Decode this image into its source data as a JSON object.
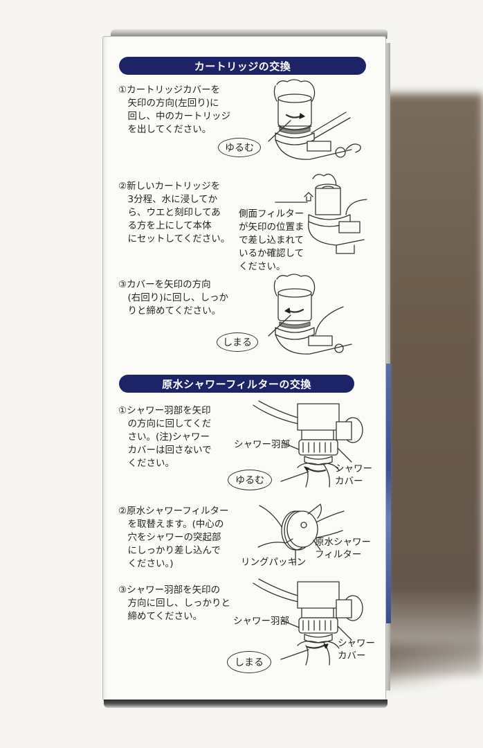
{
  "sections": [
    {
      "title": "カートリッジの交換",
      "steps": [
        {
          "text": "①カートリッジカバーを\n　矢印の方向(左回り)に\n　回し、中のカートリッジ\n　を出してください。",
          "callout": "ゆるむ"
        },
        {
          "text": "②新しいカートリッジを\n　3分程、水に浸してか\n　ら、ウエと刻印してあ\n　る方を上にして本体\n　にセットしてください。",
          "note": "側面フィルター\nが矢印の位置ま\nで差し込まれて\nいるか確認して\nください。"
        },
        {
          "text": "③カバーを矢印の方向\n　(右回り)に回し、しっか\n　りと締めてください。",
          "callout": "しまる"
        }
      ]
    },
    {
      "title": "原水シャワーフィルターの交換",
      "steps": [
        {
          "text": "①シャワー羽部を矢印\n　の方向に回してくだ\n　さい。(注)シャワー\n　カバーは回さないで\n　ください。",
          "callout": "ゆるむ",
          "labels": [
            "シャワー羽部",
            "シャワー\nカバー"
          ]
        },
        {
          "text": "②原水シャワーフィルター\n　を取替えます。(中心の\n　穴をシャワーの突起部\n　にしっかり差し込んで\n　ください。)",
          "labels": [
            "原水シャワー\nフィルター",
            "リングパッキン"
          ]
        },
        {
          "text": "③シャワー羽部を矢印の\n　方向に回し、しっかりと\n　締めてください。",
          "callout": "しまる",
          "labels": [
            "シャワー羽部",
            "シャワー\nカバー"
          ]
        }
      ]
    }
  ],
  "colors": {
    "banner": "#1c2366",
    "panel": "#fbfbf8",
    "text": "#222222"
  }
}
